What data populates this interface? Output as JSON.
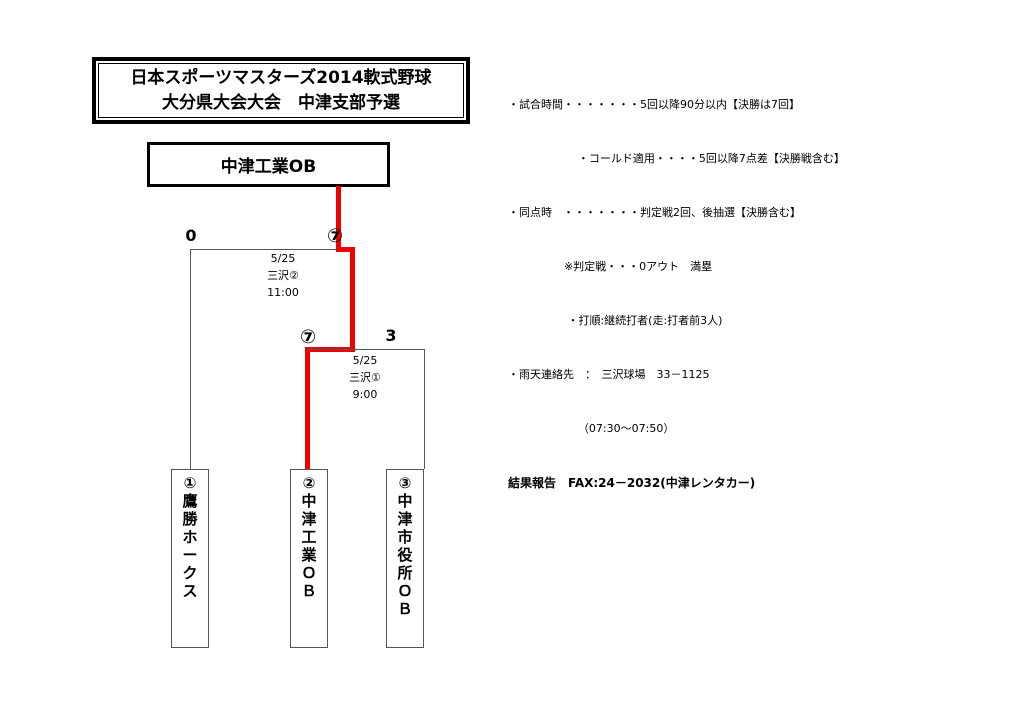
{
  "title": {
    "line1": "日本スポーツマスターズ2014軟式野球",
    "line2": "大分県大会大会　中津支部予選"
  },
  "champion": {
    "label": "中津工業OB"
  },
  "bracket": {
    "final": {
      "left_score": "0",
      "right_score": "⑦",
      "date": "5/25",
      "venue": "三沢②",
      "time": "11:00"
    },
    "semifinal": {
      "left_score": "⑦",
      "right_score": "3",
      "date": "5/25",
      "venue": "三沢①",
      "time": "9:00"
    },
    "teams": [
      {
        "seed": "①",
        "name": "鷹勝ホークス",
        "chars": [
          "①",
          "鷹",
          "勝",
          "ホ",
          "ー",
          "ク",
          "ス"
        ]
      },
      {
        "seed": "②",
        "name": "中津工業ＯＢ",
        "chars": [
          "②",
          "中",
          "津",
          "工",
          "業",
          "Ｏ",
          "Ｂ"
        ]
      },
      {
        "seed": "③",
        "name": "中津市役所ＯＢ",
        "chars": [
          "③",
          "中",
          "津",
          "市",
          "役",
          "所",
          "Ｏ",
          "Ｂ"
        ]
      }
    ]
  },
  "notes": {
    "lines": [
      "・試合時間・・・・・・・5回以降90分以内【決勝は7回】",
      "                    ・コールド適用・・・・5回以降7点差【決勝戦含む】",
      "・同点時　・・・・・・・判定戦2回、後抽選【決勝含む】",
      "                ※判定戦・・・0アウト　満塁",
      "                 ・打順:継続打者(走:打者前3人)",
      "・雨天連絡先　：　三沢球場　33－1125",
      "                    （07:30～07:50）"
    ],
    "fax_line": "結果報告　FAX:24－2032(中津レンタカー)"
  },
  "colors": {
    "winner_path": "#ee0000",
    "line": "#555555",
    "text": "#000000"
  }
}
